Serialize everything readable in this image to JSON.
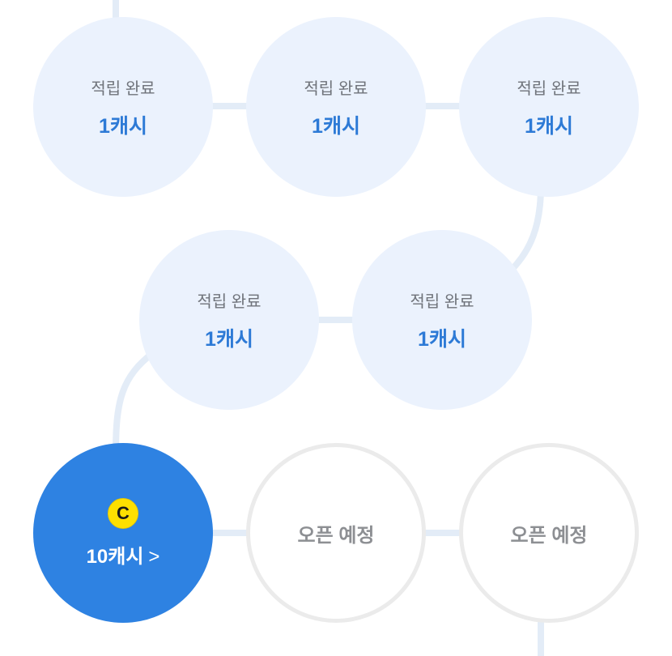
{
  "colors": {
    "done_bg": "#ebf2fd",
    "accent": "#2d7ad6",
    "current_bg": "#2e82e2",
    "coin": "#fde000",
    "connector": "#e3ecf7"
  },
  "steps": [
    {
      "status": "done",
      "label": "적립 완료",
      "value": "1캐시"
    },
    {
      "status": "done",
      "label": "적립 완료",
      "value": "1캐시"
    },
    {
      "status": "done",
      "label": "적립 완료",
      "value": "1캐시"
    },
    {
      "status": "done",
      "label": "적립 완료",
      "value": "1캐시"
    },
    {
      "status": "done",
      "label": "적립 완료",
      "value": "1캐시"
    },
    {
      "status": "current",
      "coin_icon": "C",
      "value": "10캐시",
      "chevron": ">"
    },
    {
      "status": "upcoming",
      "label": "오픈 예정"
    },
    {
      "status": "upcoming",
      "label": "오픈 예정"
    }
  ]
}
